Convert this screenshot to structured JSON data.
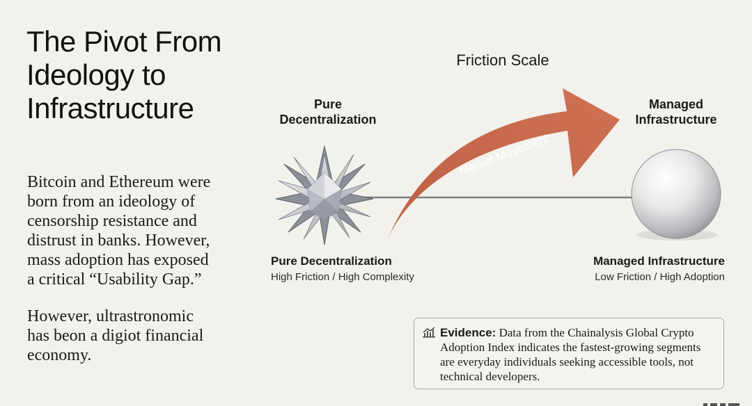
{
  "title": {
    "lines": [
      "The Pivot From",
      "Ideology to",
      "Infrastructure"
    ]
  },
  "body": {
    "paragraph1": [
      "Bitcoin and Ethereum were",
      "born from an ideology of",
      "censorship resistance and",
      "distrust in banks. However,",
      "mass adoption has exposed",
      "a critical “Usability Gap.”"
    ],
    "paragraph2": [
      "However, ultrastronomic",
      "has beon a digiot financial",
      "economy."
    ]
  },
  "diagram": {
    "scale_title": "Friction Scale",
    "arrow_label": "Market Movement",
    "left": {
      "top_label": [
        "Pure",
        "Decentralization"
      ],
      "bottom_label": "Pure Decentralization",
      "bottom_sub": "High Friction / High Complexity",
      "icon": "spiky-star-icon"
    },
    "right": {
      "top_label": [
        "Managed",
        "Infrastructure"
      ],
      "bottom_label": "Managed Infrastructure",
      "bottom_sub": "Low Friction / High Adoption",
      "icon": "smooth-sphere-icon"
    },
    "colors": {
      "arrow": "#c8694c",
      "line": "#7d7f82"
    }
  },
  "evidence": {
    "icon": "chart-icon",
    "label": "Evidence:",
    "lines": [
      " Data from the Chainalysis Global Crypto",
      "Adoption Index indicates the fastest-growing segments",
      "are everyday individuals seeking accessible tools, not",
      "technical developers."
    ]
  },
  "colors": {
    "background": "#f2f1ec",
    "text": "#111111"
  }
}
